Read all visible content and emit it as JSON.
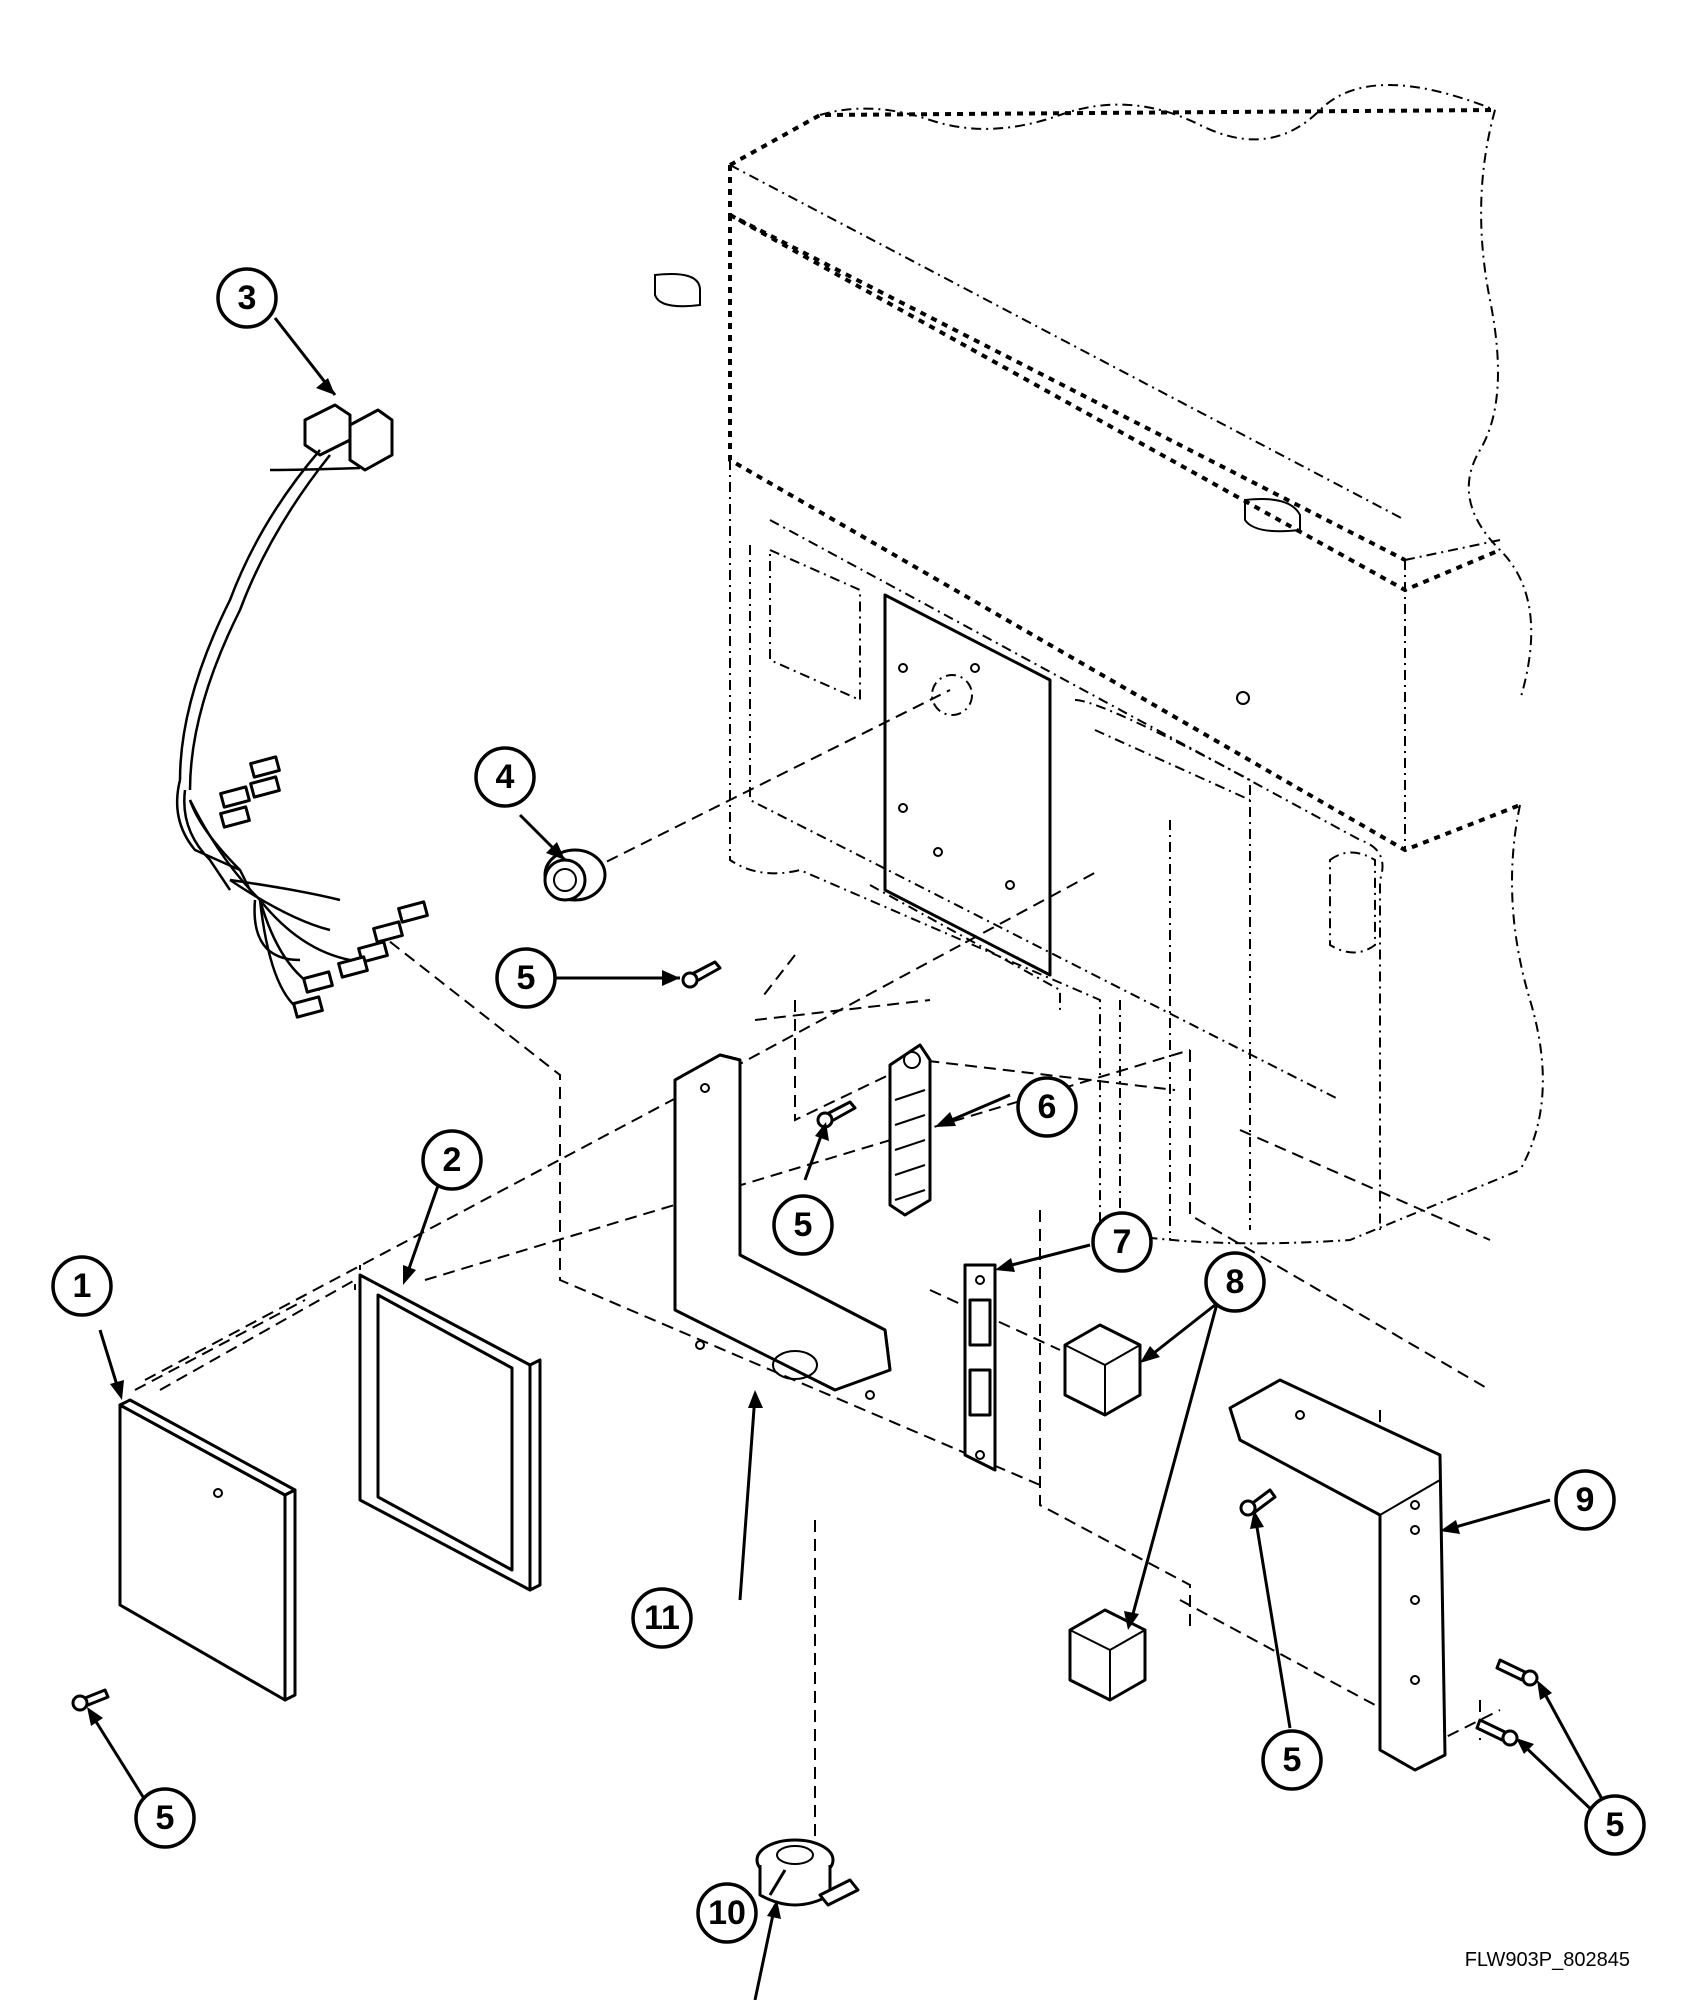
{
  "callouts": {
    "c1": "1",
    "c2": "2",
    "c3": "3",
    "c4": "4",
    "c5a": "5",
    "c5b": "5",
    "c5c": "5",
    "c5d": "5",
    "c5e": "5",
    "c6": "6",
    "c7": "7",
    "c8": "8",
    "c9": "9",
    "c10": "10",
    "c11": "11"
  },
  "drawing_id": "FLW903P_802845",
  "colors": {
    "line": "#000000",
    "background": "#ffffff"
  }
}
